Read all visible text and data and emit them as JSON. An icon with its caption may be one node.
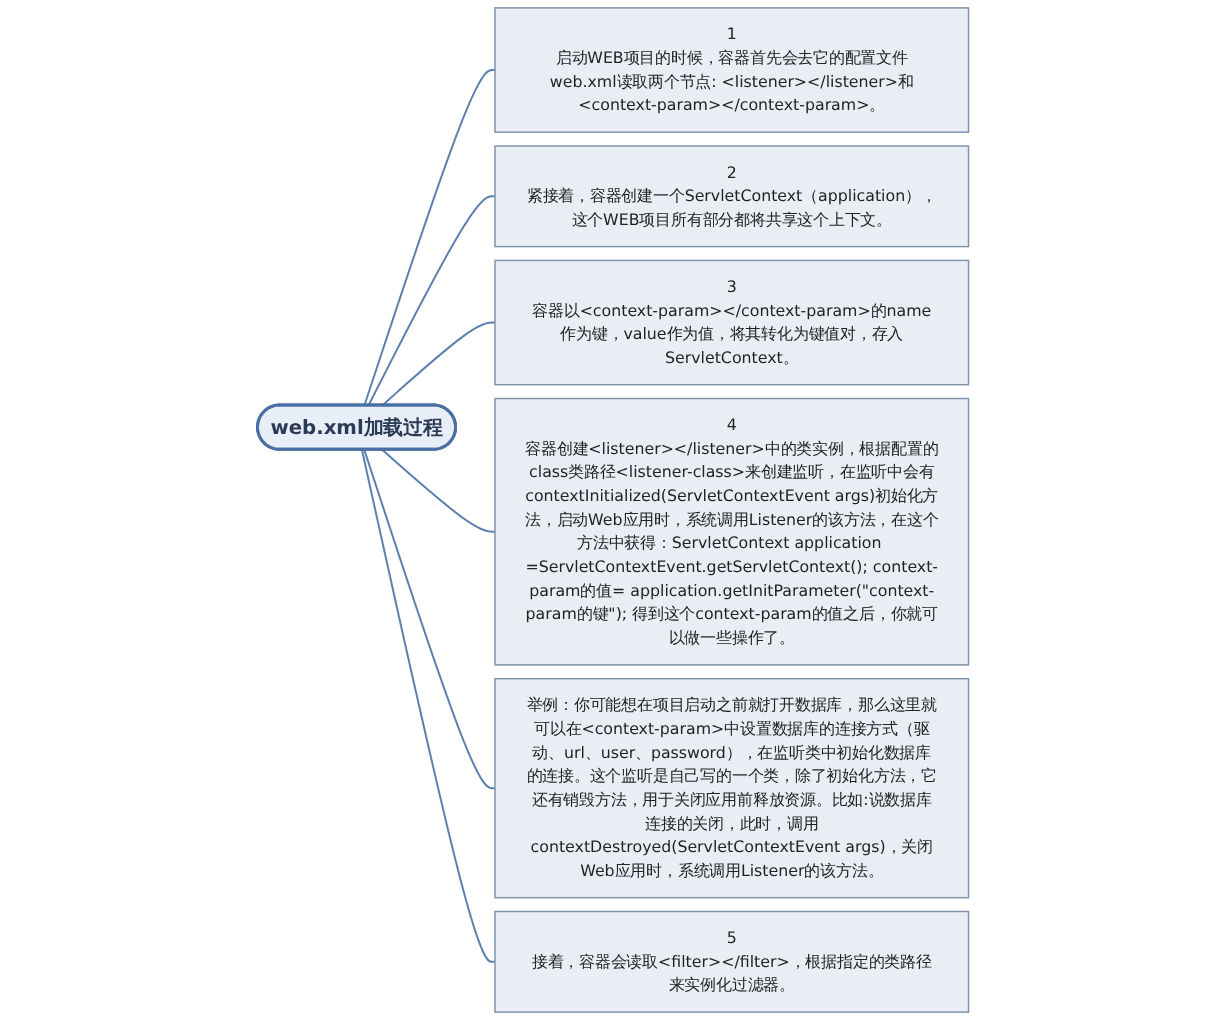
{
  "diagram": {
    "nodes": [
      {
        "text": [
          "web.xml加载过程"
        ]
      },
      {
        "text": [
          "1",
          "启动WEB项目的时候，容器首先会去它的配置文件web.xml读取两个节点: <listener></listener>和<context-param></context-param>。"
        ]
      },
      {
        "text": [
          "2",
          "紧接着，容器创建一个ServletContext（application），这个WEB项目所有部分都将共享这个上下文。"
        ]
      },
      {
        "text": [
          "3",
          "容器以<context-param></context-param>的name作为键，value作为值，将其转化为键值对，存入ServletContext。"
        ]
      },
      {
        "text": [
          "4",
          "容器创建<listener></listener>中的类实例，根据配置的class类路径<listener-class>来创建监听，在监听中会有contextInitialized(ServletContextEvent args)初始化方法，启动Web应用时，系统调用Listener的该方法，在这个方法中获得：ServletContext application =ServletContextEvent.getServletContext(); context-param的值= application.getInitParameter(\"context-param的键\"); 得到这个context-param的值之后，你就可以做一些操作了。"
        ]
      },
      {
        "text": [
          "举例：你可能想在项目启动之前就打开数据库，那么这里就可以在<context-param>中设置数据库的连接方式（驱动、url、user、password），在监听类中初始化数据库的连接。这个监听是自己写的一个类，除了初始化方法，它还有销毁方法，用于关闭应用前释放资源。比如:说数据库连接的关闭，此时，调用contextDestroyed(ServletContextEvent args)，关闭Web应用时，系统调用Listener的该方法。"
        ]
      },
      {
        "text": [
          "5",
          "接着，容器会读取<filter></filter>，根据指定的类路径来实例化过滤器。"
        ]
      }
    ],
    "edges": [
      {
        "from": 0,
        "to": 1,
        "arrow": "none"
      },
      {
        "from": 0,
        "to": 2,
        "arrow": "none"
      },
      {
        "from": 0,
        "to": 3,
        "arrow": "none"
      },
      {
        "from": 0,
        "to": 4,
        "arrow": "none"
      },
      {
        "from": 0,
        "to": 5,
        "arrow": "none"
      },
      {
        "from": 0,
        "to": 6,
        "arrow": "none"
      }
    ]
  }
}
